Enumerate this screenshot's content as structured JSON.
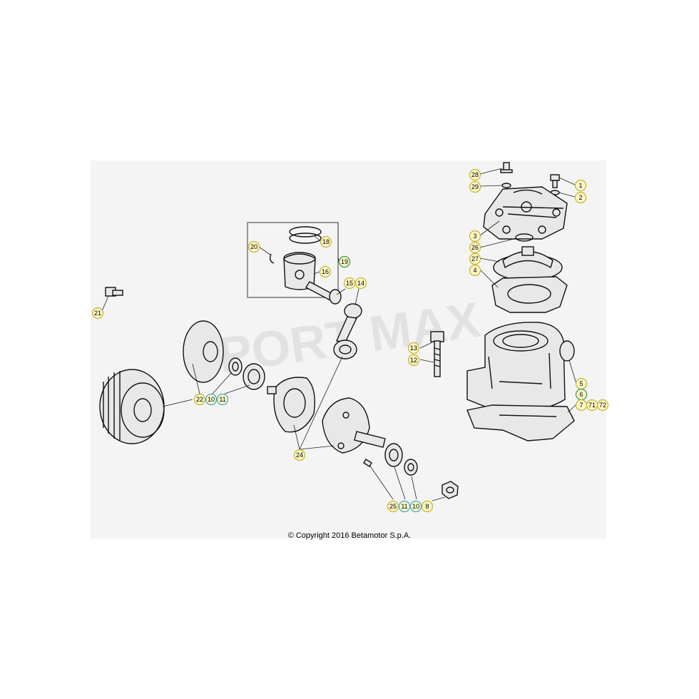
{
  "copyright": "© Copyright 2016 Betamotor S.p.A.",
  "watermark": "SPORT MAX",
  "colors": {
    "callout_fill": "#fbf7c6",
    "callout_stroke_yellow": "#c9b32b",
    "callout_stroke_cyan": "#3aa6c9",
    "callout_stroke_green": "#2f9a4a",
    "panel_bg": "#f4f4f4"
  },
  "callouts": [
    {
      "id": "c28",
      "label": "28",
      "style": "yellow"
    },
    {
      "id": "c29",
      "label": "29",
      "style": "yellow"
    },
    {
      "id": "c1",
      "label": "1",
      "style": "yellow"
    },
    {
      "id": "c2",
      "label": "2",
      "style": "yellow"
    },
    {
      "id": "c3",
      "label": "3",
      "style": "yellow"
    },
    {
      "id": "c26",
      "label": "26",
      "style": "yellow"
    },
    {
      "id": "c27",
      "label": "27",
      "style": "yellow"
    },
    {
      "id": "c4",
      "label": "4",
      "style": "yellow"
    },
    {
      "id": "c18",
      "label": "18",
      "style": "yellow"
    },
    {
      "id": "c20",
      "label": "20",
      "style": "yellow"
    },
    {
      "id": "c19",
      "label": "19",
      "style": "green"
    },
    {
      "id": "c16",
      "label": "16",
      "style": "yellow"
    },
    {
      "id": "c15",
      "label": "15",
      "style": "yellow"
    },
    {
      "id": "c14",
      "label": "14",
      "style": "yellow"
    },
    {
      "id": "c21",
      "label": "21",
      "style": "yellow"
    },
    {
      "id": "c13",
      "label": "13",
      "style": "yellow"
    },
    {
      "id": "c12",
      "label": "12",
      "style": "yellow"
    },
    {
      "id": "c5",
      "label": "5",
      "style": "yellow"
    },
    {
      "id": "c6",
      "label": "6",
      "style": "green"
    },
    {
      "id": "c7",
      "label": "7",
      "style": "yellow"
    },
    {
      "id": "c71",
      "label": "71",
      "style": "yellow"
    },
    {
      "id": "c72",
      "label": "72",
      "style": "yellow"
    },
    {
      "id": "c22",
      "label": "22",
      "style": "yellow"
    },
    {
      "id": "c10a",
      "label": "10",
      "style": "cyan"
    },
    {
      "id": "c11a",
      "label": "11",
      "style": "cyan"
    },
    {
      "id": "c24",
      "label": "24",
      "style": "yellow"
    },
    {
      "id": "c25",
      "label": "25",
      "style": "yellow"
    },
    {
      "id": "c11b",
      "label": "11",
      "style": "cyan"
    },
    {
      "id": "c10b",
      "label": "10",
      "style": "cyan"
    },
    {
      "id": "c8",
      "label": "8",
      "style": "yellow"
    }
  ]
}
